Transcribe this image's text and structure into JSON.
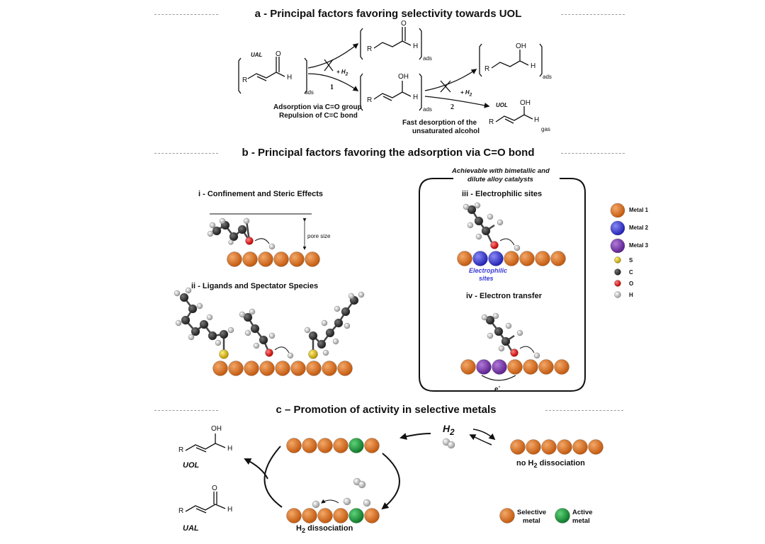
{
  "sections": {
    "a_title": "a - Principal factors favoring selectivity towards UOL",
    "b_title": "b - Principal factors favoring the adsorption via C=O bond",
    "c_title": "c – Promotion of activity in selective metals"
  },
  "panel_a": {
    "ual_label": "UAL",
    "ads": "ads",
    "gas": "gas",
    "h2_top": "+ H",
    "h2_right": "+ H",
    "step1": "1",
    "step2": "2",
    "adsorption_note_1": "Adsorption via C=O group",
    "adsorption_note_2": "Repulsion of C=C bond",
    "desorption_note_1": "Fast desorption of the",
    "desorption_note_2": "unsaturated alcohol",
    "uol_label": "UOL",
    "atom_R": "R",
    "atom_O": "O",
    "atom_H": "H",
    "atom_OH": "OH"
  },
  "panel_b": {
    "achievable_1": "Achievable with bimetallic and",
    "achievable_2": "dilute alloy catalysts",
    "i_title": "i - Confinement and Steric Effects",
    "pore_size": "pore size",
    "ii_title": "ii - Ligands and Spectator Species",
    "iii_title": "iii - Electrophilic sites",
    "electrophilic_1": "Electrophilic",
    "electrophilic_2": "sites",
    "iv_title": "iv - Electron transfer",
    "electron": "e",
    "legend": [
      {
        "label": "Metal 1",
        "color": "#d2691e",
        "kind": "big"
      },
      {
        "label": "Metal 2",
        "color": "#3a3ad6",
        "kind": "big"
      },
      {
        "label": "Metal 3",
        "color": "#7b35b0",
        "kind": "big"
      },
      {
        "label": "S",
        "color": "#e0b800",
        "kind": "small"
      },
      {
        "label": "C",
        "color": "#333333",
        "kind": "small"
      },
      {
        "label": "O",
        "color": "#e02020",
        "kind": "small"
      },
      {
        "label": "H",
        "color": "#c8c8c8",
        "kind": "small"
      }
    ]
  },
  "panel_c": {
    "h2": "H",
    "no_dissociation": "no H",
    "no_dissociation_2": " dissociation",
    "dissociation": "H",
    "dissociation_2": " dissociation",
    "uol_label": "UOL",
    "ual_label": "UAL",
    "selective_1": "Selective",
    "selective_2": "metal",
    "active_1": "Active",
    "active_2": "metal",
    "selective_color": "#d2691e",
    "active_color": "#1a9a3a"
  }
}
